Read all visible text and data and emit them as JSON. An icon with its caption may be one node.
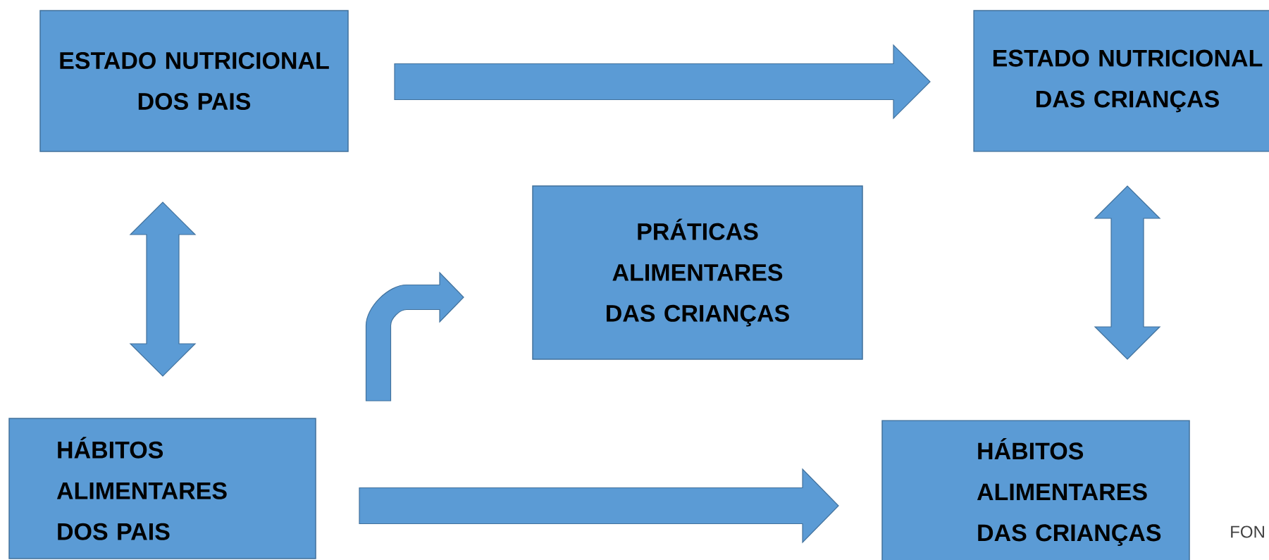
{
  "diagram": {
    "nodes": [
      {
        "text": [
          "ESTADO NUTRICIONAL DOS PAIS"
        ]
      },
      {
        "text": [
          "ESTADO NUTRICIONAL DAS CRIANÇAS"
        ]
      },
      {
        "text": [
          "PRÁTICAS ALIMENTARES DAS CRIANÇAS"
        ]
      },
      {
        "text": [
          "HÁBITOS ALIMENTARES DOS PAIS"
        ]
      },
      {
        "text": [
          "HÁBITOS ALIMENTARES DAS CRIANÇAS"
        ]
      }
    ],
    "edges": [
      {
        "from": 0,
        "to": 1,
        "arrow": "to"
      },
      {
        "from": 0,
        "to": 3,
        "arrow": "both"
      },
      {
        "from": 1,
        "to": 4,
        "arrow": "both"
      },
      {
        "from": 3,
        "to": 2,
        "arrow": "to"
      },
      {
        "from": 3,
        "to": 4,
        "arrow": "to"
      }
    ],
    "labels": [
      "FON"
    ]
  }
}
